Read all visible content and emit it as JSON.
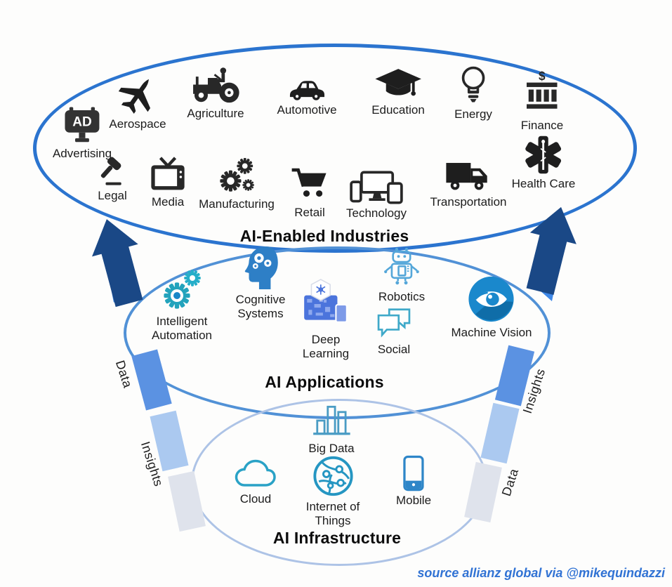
{
  "sections": {
    "industries": {
      "title": "AI-Enabled Industries",
      "ad_text": "AD",
      "finance_symbol": "$",
      "items": [
        {
          "label": "Advertising",
          "icon": "ad-billboard-icon"
        },
        {
          "label": "Aerospace",
          "icon": "airplane-icon"
        },
        {
          "label": "Agriculture",
          "icon": "tractor-icon"
        },
        {
          "label": "Automotive",
          "icon": "car-icon"
        },
        {
          "label": "Education",
          "icon": "graduation-cap-icon"
        },
        {
          "label": "Energy",
          "icon": "light-bulb-icon"
        },
        {
          "label": "Finance",
          "icon": "bank-icon"
        },
        {
          "label": "Legal",
          "icon": "gavel-icon"
        },
        {
          "label": "Media",
          "icon": "tv-icon"
        },
        {
          "label": "Manufacturing",
          "icon": "gears-icon"
        },
        {
          "label": "Retail",
          "icon": "shopping-cart-icon"
        },
        {
          "label": "Technology",
          "icon": "devices-icon"
        },
        {
          "label": "Transportation",
          "icon": "truck-icon"
        },
        {
          "label": "Health Care",
          "icon": "star-of-life-icon"
        }
      ]
    },
    "applications": {
      "title": "AI Applications",
      "items": [
        {
          "label": "Intelligent Automation",
          "icon": "teal-gears-icon"
        },
        {
          "label": "Cognitive Systems",
          "icon": "head-gears-icon"
        },
        {
          "label": "Deep Learning",
          "icon": "circuit-board-icon"
        },
        {
          "label": "Robotics",
          "icon": "robot-icon"
        },
        {
          "label": "Social",
          "icon": "chat-bubbles-icon"
        },
        {
          "label": "Machine Vision",
          "icon": "eye-icon"
        }
      ]
    },
    "infrastructure": {
      "title": "AI Infrastructure",
      "items": [
        {
          "label": "Big Data",
          "icon": "bar-chart-icon"
        },
        {
          "label": "Cloud",
          "icon": "cloud-icon"
        },
        {
          "label": "Internet of Things",
          "icon": "iot-globe-icon"
        },
        {
          "label": "Mobile",
          "icon": "smartphone-icon"
        }
      ]
    }
  },
  "flows": {
    "left": {
      "upper": "Data",
      "lower": "Insights"
    },
    "right": {
      "upper": "Insights",
      "lower": "Data"
    }
  },
  "source_credit": "source allianz global via @mikequindazzi",
  "colors": {
    "top_ring": "#2b74cf",
    "mid_ring": "#5191d6",
    "bottom_ring": "#adc3e6",
    "arrow_dark": "#1a4886",
    "arrow_bright": "#3e88e8",
    "arrow_medium": "#5b92e2",
    "arrow_light": "#abc9f0",
    "arrow_faint": "#dfe3ec",
    "icon_dark": "#282828",
    "teal": "#23a3bc",
    "app_blue": "#2e7fc6",
    "deep_blue": "#4b74dc",
    "vision_blue": "#1a88cc",
    "source_text": "#3173d4"
  }
}
